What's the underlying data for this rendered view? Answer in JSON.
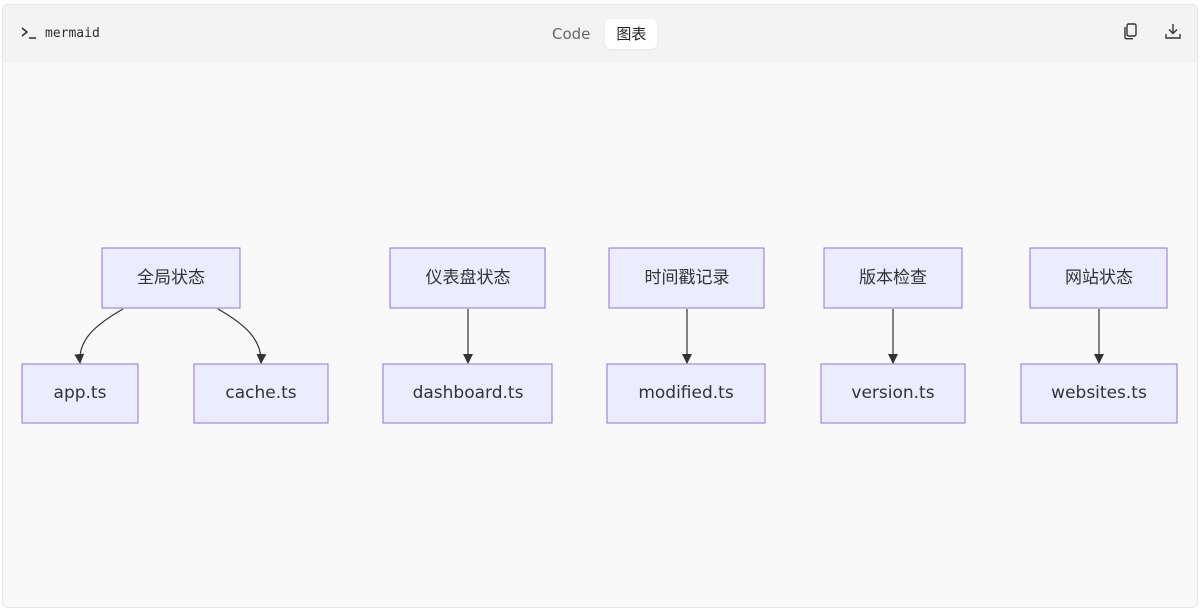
{
  "header": {
    "language_label": "mermaid",
    "tabs": [
      {
        "label": "Code",
        "active": false
      },
      {
        "label": "图表",
        "active": true
      }
    ],
    "actions": [
      {
        "icon": "copy-icon"
      },
      {
        "icon": "download-icon"
      }
    ]
  },
  "diagram": {
    "type": "flowchart",
    "nodes": {
      "global": "全局状态",
      "app": "app.ts",
      "cache": "cache.ts",
      "dash_state": "仪表盘状态",
      "dash": "dashboard.ts",
      "timestamp": "时间戳记录",
      "modified": "modified.ts",
      "version_check": "版本检查",
      "version": "version.ts",
      "site_state": "网站状态",
      "websites": "websites.ts"
    },
    "edges": [
      [
        "global",
        "app"
      ],
      [
        "global",
        "cache"
      ],
      [
        "dash_state",
        "dash"
      ],
      [
        "timestamp",
        "modified"
      ],
      [
        "version_check",
        "version"
      ],
      [
        "site_state",
        "websites"
      ]
    ],
    "colors": {
      "node_fill": "#ececff",
      "node_stroke": "#9370db",
      "edge": "#333333"
    }
  }
}
